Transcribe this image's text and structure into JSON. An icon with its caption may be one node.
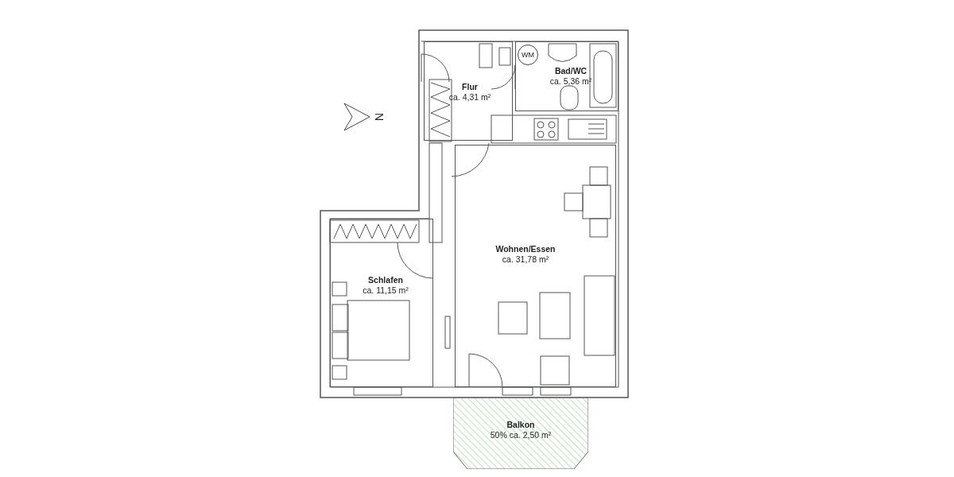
{
  "diagram": {
    "nodes": [
      {
        "text": [
          "Flur",
          "ca. 4,31 m²"
        ]
      },
      {
        "text": [
          "Bad/WC",
          "ca. 5,36 m²"
        ]
      },
      {
        "text": [
          "Wohnen/Essen",
          "ca. 31,78 m²"
        ]
      },
      {
        "text": [
          "Schlafen",
          "ca. 11,15 m²"
        ]
      },
      {
        "text": [
          "Balkon",
          "50% ca. 2,50 m²"
        ]
      },
      {
        "text": [
          "WM"
        ],
        "in": 1
      }
    ],
    "labels": [
      "N"
    ]
  }
}
